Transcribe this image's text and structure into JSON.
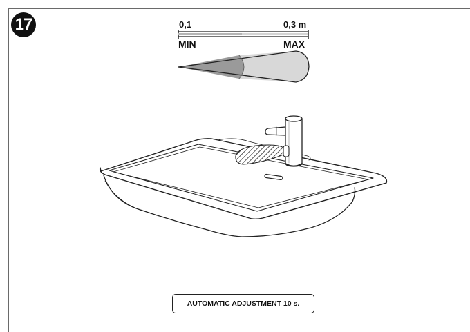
{
  "step": {
    "number": "17"
  },
  "range_scale": {
    "min_value": "0,1",
    "max_value": "0,3 m",
    "min_label": "MIN",
    "max_label": "MAX"
  },
  "caption": {
    "text": "AUTOMATIC ADJUSTMENT 10 s."
  },
  "colors": {
    "line": "#222222",
    "beam_light": "#d8d8d8",
    "beam_dark": "#9a9a9a",
    "badge": "#111111"
  },
  "icons": [
    "step-badge",
    "sensor-beam-cone",
    "sink-illustration",
    "faucet-illustration"
  ]
}
